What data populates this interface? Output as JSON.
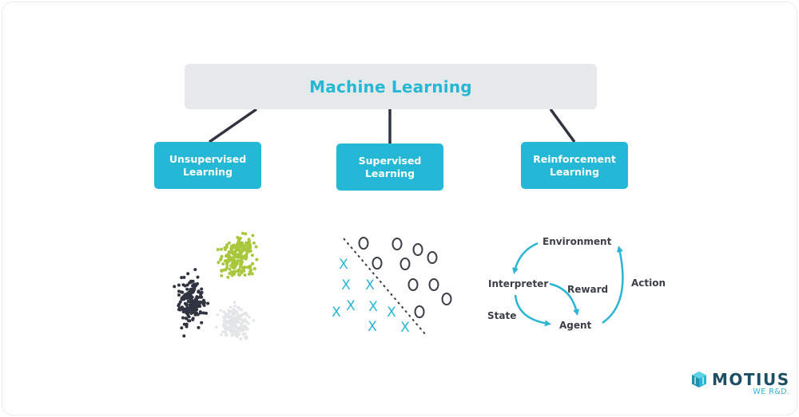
{
  "root": {
    "title": "Machine Learning"
  },
  "categories": [
    {
      "id": "unsupervised",
      "line1": "Unsupervised",
      "line2": "Learning"
    },
    {
      "id": "supervised",
      "line1": "Supervised",
      "line2": "Learning"
    },
    {
      "id": "reinforcement",
      "line1": "Reinforcement",
      "line2": "Learning"
    }
  ],
  "unsupervised_illustration": {
    "clusters": [
      {
        "name": "dark-cluster",
        "color": "#2f3440"
      },
      {
        "name": "green-cluster",
        "color": "#a8c73c"
      },
      {
        "name": "light-cluster",
        "color": "#e3e5e6"
      }
    ]
  },
  "supervised_illustration": {
    "class_a_marker": "X",
    "class_a_color": "#29b5d3",
    "class_b_marker": "O",
    "class_b_color": "#3b3f48",
    "decision_boundary": "dashed"
  },
  "reinforcement_illustration": {
    "nodes": {
      "environment": "Environment",
      "interpreter": "Interpreter",
      "agent": "Agent"
    },
    "edges": {
      "reward": "Reward",
      "state": "State",
      "action": "Action"
    },
    "arrow_color": "#29b5d3"
  },
  "colors": {
    "accent": "#24b8d6",
    "root_bg": "#e6e9ea",
    "connector": "#2f3440"
  },
  "logo": {
    "name": "MOTIUS",
    "tagline": "WE R&D."
  }
}
